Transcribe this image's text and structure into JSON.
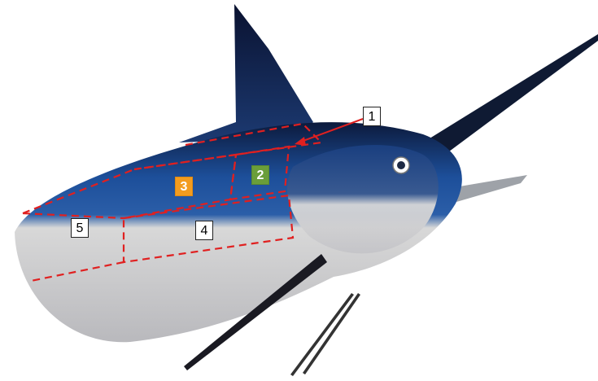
{
  "colors": {
    "region_outline": "#e02020",
    "back_blue_dark": "#0c1a3c",
    "back_blue": "#1d4f9a",
    "belly_silver": "#dcdcdc",
    "label_3_fill": "#f39c1f",
    "label_2_fill": "#6a9e3a"
  },
  "subject": "marlin-fish",
  "labels": {
    "l1": "1",
    "l2": "2",
    "l3": "3",
    "l4": "4",
    "l5": "5"
  }
}
